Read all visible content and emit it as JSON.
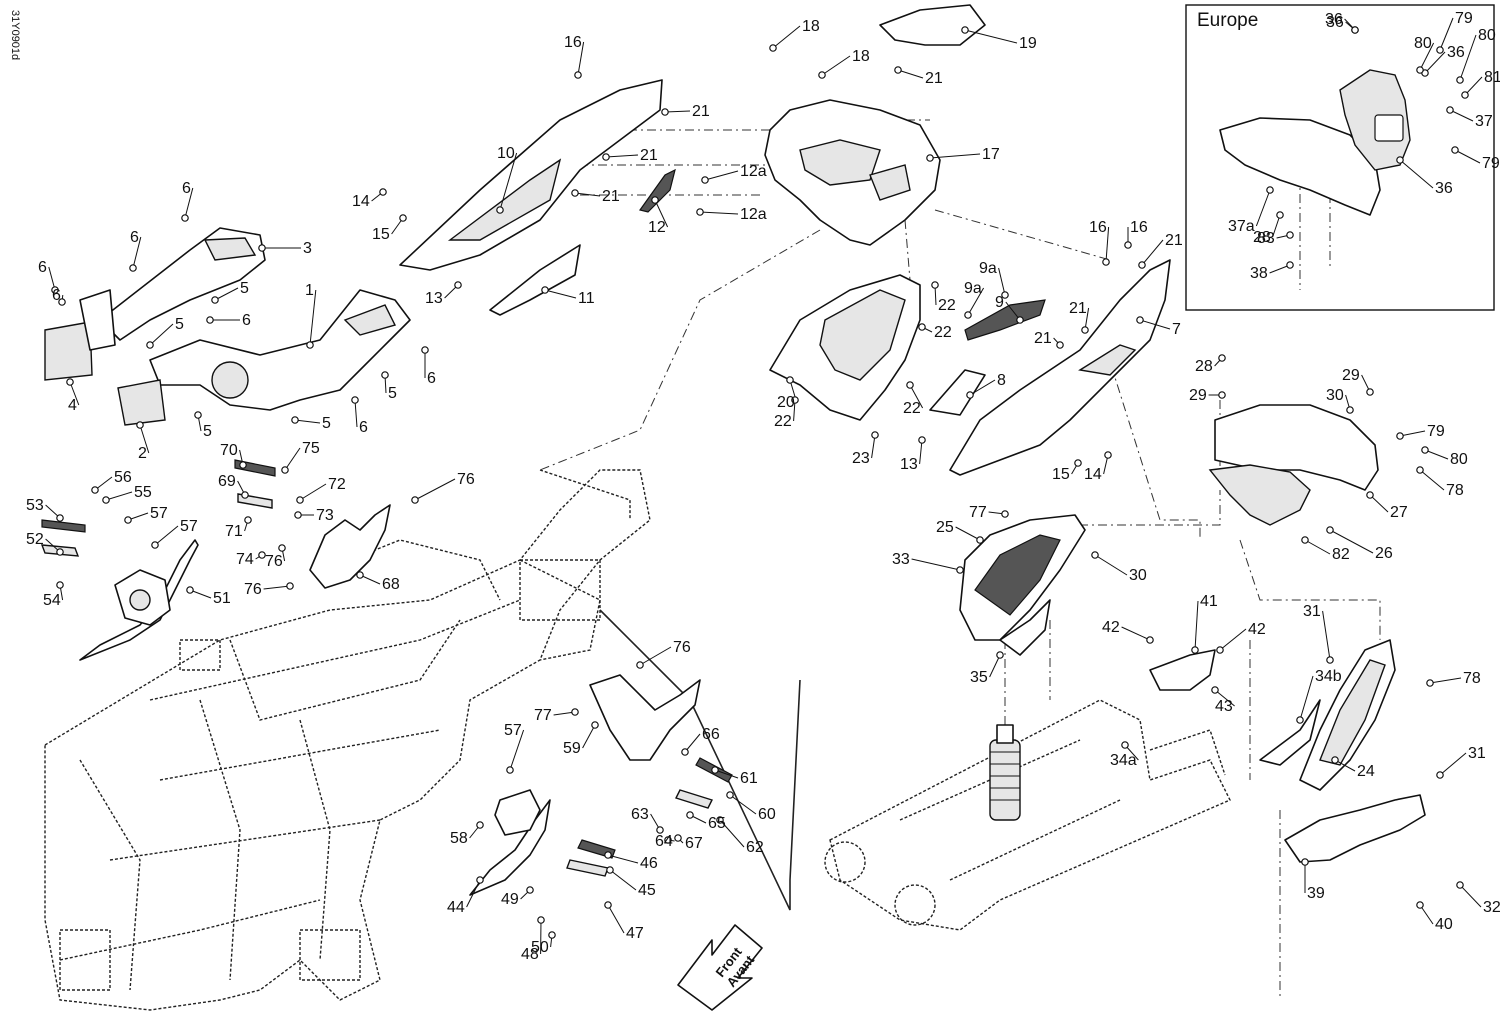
{
  "figure_ref": "31Y0901d",
  "inset": {
    "title": "Europe"
  },
  "front_arrow": {
    "line1": "Front",
    "line2": "Avant"
  },
  "callouts": [
    "1",
    "2",
    "3",
    "4",
    "5",
    "5",
    "5",
    "5",
    "5",
    "6",
    "6",
    "6",
    "6",
    "6",
    "6",
    "6",
    "7",
    "8",
    "9",
    "9a",
    "9a",
    "10",
    "11",
    "12",
    "12a",
    "12a",
    "13",
    "13",
    "14",
    "14",
    "15",
    "15",
    "16",
    "16",
    "16",
    "17",
    "18",
    "18",
    "19",
    "20",
    "21",
    "21",
    "21",
    "21",
    "21",
    "21",
    "21",
    "22",
    "22",
    "22",
    "22",
    "23",
    "24",
    "25",
    "26",
    "27",
    "28",
    "28",
    "29",
    "29",
    "30",
    "30",
    "31",
    "31",
    "32",
    "33",
    "34a",
    "34b",
    "35",
    "36",
    "36",
    "36",
    "36",
    "37",
    "37a",
    "38",
    "39",
    "40",
    "41",
    "42",
    "42",
    "43",
    "44",
    "45",
    "46",
    "47",
    "48",
    "49",
    "50",
    "51",
    "52",
    "53",
    "54",
    "55",
    "56",
    "57",
    "57",
    "57",
    "58",
    "59",
    "60",
    "61",
    "62",
    "63",
    "64",
    "65",
    "66",
    "67",
    "68",
    "69",
    "70",
    "71",
    "72",
    "73",
    "74",
    "75",
    "76",
    "76",
    "76",
    "76",
    "77",
    "77",
    "78",
    "78",
    "79",
    "79",
    "79",
    "80",
    "80",
    "80",
    "81",
    "82",
    "83"
  ]
}
